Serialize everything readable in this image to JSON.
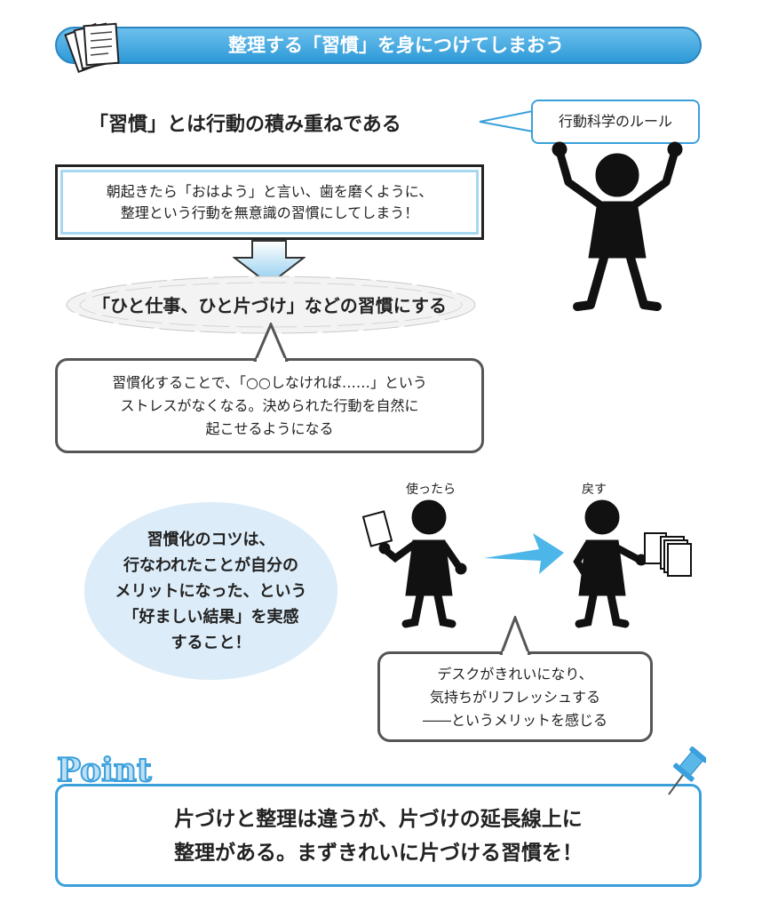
{
  "banner": {
    "title": "整理する「習慣」を身につけてしまおう"
  },
  "heading": "「習慣」とは行動の積み重ねである",
  "rule_bubble": "行動科学のルール",
  "box1": {
    "lines": [
      "朝起きたら「おはよう」と言い、歯を磨くように、",
      "整理という行動を無意識の習慣にしてしまう！"
    ]
  },
  "middle": "「ひと仕事、ひと片づけ」などの習慣にする",
  "box2": {
    "lines": [
      "習慣化することで、「○○しなければ……」という",
      "ストレスがなくなる。決められた行動を自然に",
      "起こせるようになる"
    ]
  },
  "tip": {
    "lines": [
      "習慣化のコツは、",
      "行なわれたことが自分の",
      "メリットになった、という",
      "「好ましい結果」を実感",
      "すること！"
    ]
  },
  "figures": {
    "left_label": "使ったら",
    "right_label": "戻す"
  },
  "box3": {
    "lines": [
      "デスクがきれいになり、",
      "気持ちがリフレッシュする",
      "――というメリットを感じる"
    ]
  },
  "point": {
    "logo": "Point",
    "lines": [
      "片づけと整理は違うが、片づけの延長線上に",
      "整理がある。まずきれいに片づける習慣を！"
    ]
  },
  "colors": {
    "accent": "#3aa0dc",
    "light": "#dcecf8"
  }
}
